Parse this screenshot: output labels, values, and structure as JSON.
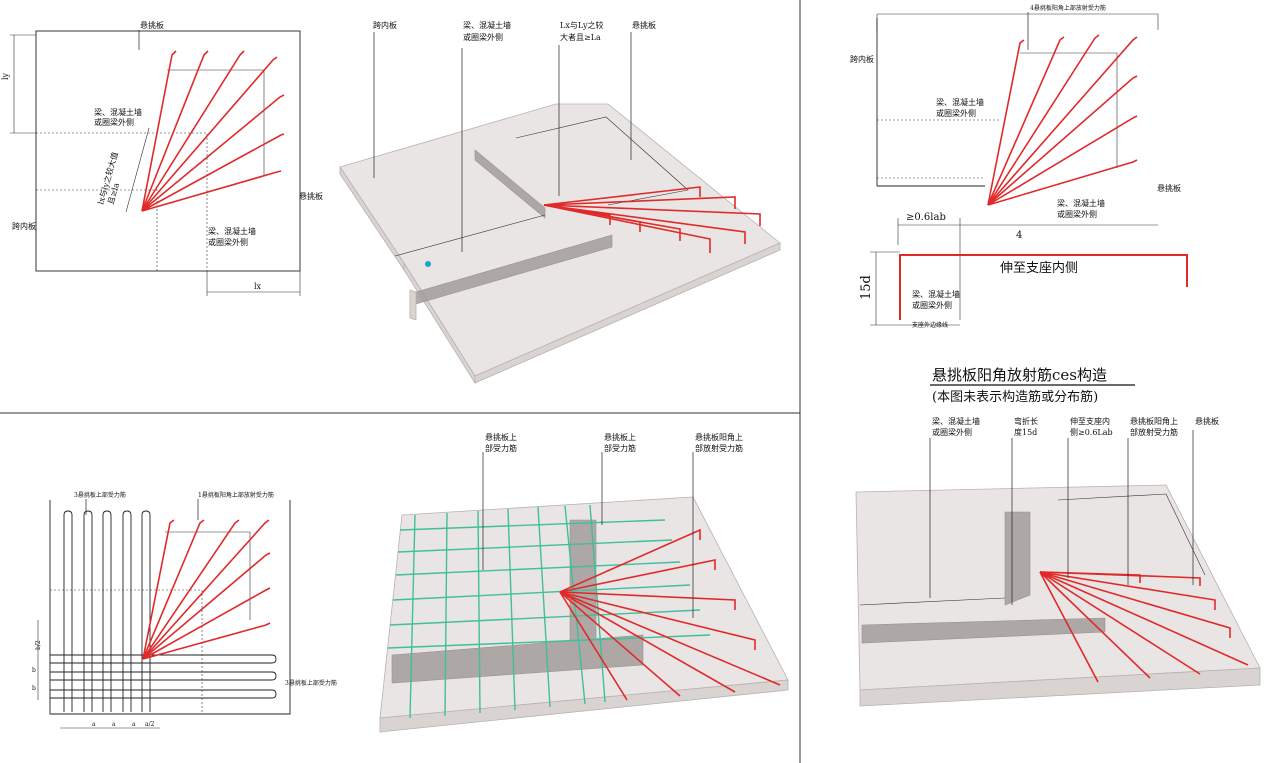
{
  "panel_tl": {
    "label_cantilever_top": "悬挑板",
    "label_ly": "ly",
    "label_beam": "梁、混凝土墙",
    "label_beam2": "或圈梁外侧",
    "label_diag1": "lx与ly之较大值",
    "label_diag2": "且≥la",
    "label_cantilever_right": "悬挑板",
    "label_span_inner": "跨内板",
    "label_beam_b": "梁、混凝土墙",
    "label_beam_b2": "或圈梁外侧",
    "label_lx": "lx"
  },
  "panel_tm": {
    "label_span_inner": "跨内板",
    "label_beam": "梁、混凝土墙",
    "label_beam2": "或圈梁外侧",
    "label_la1": "Lx与Ly之较",
    "label_la2": "大者且≥La",
    "label_cantilever": "悬挑板"
  },
  "panel_tr": {
    "label_radial": "4悬挑板阳角上部放射受力筋",
    "label_span_inner": "跨内板",
    "label_beam": "梁、混凝土墙",
    "label_beam2": "或圈梁外侧",
    "label_cantilever": "悬挑板",
    "label_beam_b": "梁、混凝土墙",
    "label_beam_b2": "或圈梁外侧",
    "label_06lab": "≥0.6lab",
    "label_4": "4",
    "label_extend": "伸至支座内侧",
    "label_15d": "15d",
    "label_beam_c": "梁、混凝土墙",
    "label_beam_c2": "或圈梁外侧",
    "label_support_edge": "支座外边缘线"
  },
  "title": {
    "main": "悬挑板阳角放射筋ces构造",
    "sub": "(本图未表示构造筋或分布筋)"
  },
  "panel_bl": {
    "label_top3": "3悬挑板上部受力筋",
    "label_top1": "1悬挑板阳角上部放射受力筋",
    "label_right3": "3悬挑板上部受力筋",
    "dim_b": "b",
    "dim_b2": "b/2",
    "dim_a": "a",
    "dim_a2": "a/2"
  },
  "panel_bm": {
    "label_1a": "悬挑板上",
    "label_1b": "部受力筋",
    "label_2a": "悬挑板上",
    "label_2b": "部受力筋",
    "label_3a": "悬挑板阳角上",
    "label_3b": "部放射受力筋"
  },
  "panel_br": {
    "label_beam1": "梁、混凝土墙",
    "label_beam2": "或圈梁外侧",
    "label_bend1": "弯折长",
    "label_bend2": "度15d",
    "label_ext1": "伸至支座内",
    "label_ext2": "侧≥0.6Lab",
    "label_rad1": "悬挑板阳角上",
    "label_rad2": "部放射受力筋",
    "label_cant": "悬挑板"
  }
}
